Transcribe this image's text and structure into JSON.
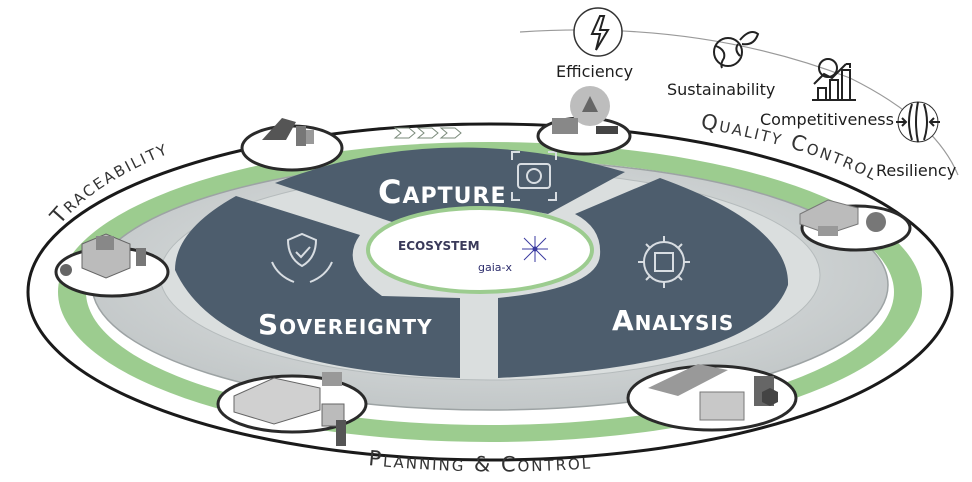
{
  "benefits": [
    {
      "label": "Efficiency",
      "icon": "lightning-icon"
    },
    {
      "label": "Sustainability",
      "icon": "globe-leaf-icon"
    },
    {
      "label": "Competitiveness",
      "icon": "growth-chart-icon"
    },
    {
      "label": "Resiliency",
      "icon": "compress-arrows-icon"
    }
  ],
  "segments": {
    "capture": "Capture",
    "sovereignty": "Sovereignty",
    "analysis": "Analysis"
  },
  "center": {
    "ecosystem": "ECOSYSTEM",
    "gaiax": "gaia-x"
  },
  "ring_labels": {
    "traceability": "Traceability",
    "quality_control": "Quality Control",
    "planning_control": "Planning & Control"
  },
  "colors": {
    "segment": "#4d5d6d",
    "ring_green": "#9ccc8f",
    "platform": "#cfd4d4",
    "outline": "#1a1a1a"
  }
}
